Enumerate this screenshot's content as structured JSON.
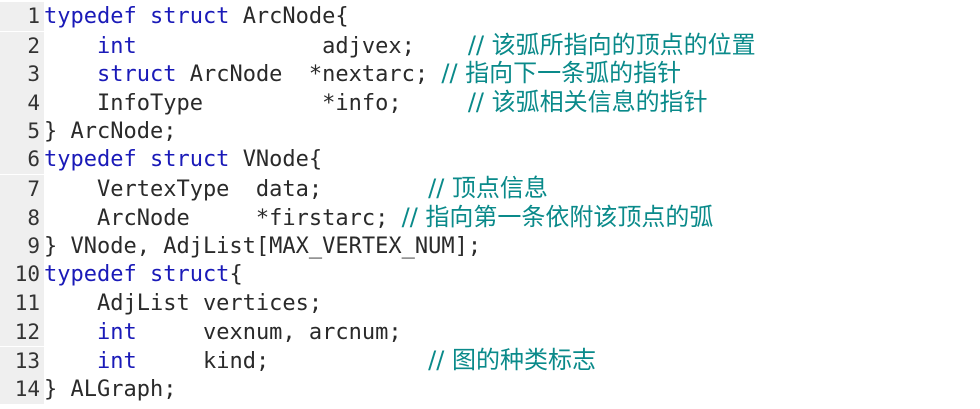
{
  "editor": {
    "lines": [
      {
        "n": "1",
        "segs": [
          {
            "t": "typedef struct ",
            "c": "kw"
          },
          {
            "t": "ArcNode{",
            "c": "plain"
          }
        ]
      },
      {
        "n": "2",
        "segs": [
          {
            "t": "    ",
            "c": "plain"
          },
          {
            "t": "int",
            "c": "kw"
          },
          {
            "t": "              adjvex;    ",
            "c": "plain"
          },
          {
            "t": "// 该弧所指向的顶点的位置",
            "c": "comment"
          }
        ]
      },
      {
        "n": "3",
        "segs": [
          {
            "t": "    ",
            "c": "plain"
          },
          {
            "t": "struct",
            "c": "kw"
          },
          {
            "t": " ArcNode  *nextarc; ",
            "c": "plain"
          },
          {
            "t": "// 指向下一条弧的指针",
            "c": "comment"
          }
        ]
      },
      {
        "n": "4",
        "segs": [
          {
            "t": "    InfoType         *info;     ",
            "c": "plain"
          },
          {
            "t": "// 该弧相关信息的指针",
            "c": "comment"
          }
        ]
      },
      {
        "n": "5",
        "segs": [
          {
            "t": "} ArcNode;",
            "c": "plain"
          }
        ]
      },
      {
        "n": "6",
        "segs": [
          {
            "t": "typedef struct ",
            "c": "kw"
          },
          {
            "t": "VNode{",
            "c": "plain"
          }
        ]
      },
      {
        "n": "7",
        "segs": [
          {
            "t": "    VertexType  data;        ",
            "c": "plain"
          },
          {
            "t": "// 顶点信息",
            "c": "comment"
          }
        ]
      },
      {
        "n": "8",
        "segs": [
          {
            "t": "    ArcNode     *firstarc; ",
            "c": "plain"
          },
          {
            "t": "// 指向第一条依附该顶点的弧",
            "c": "comment"
          }
        ]
      },
      {
        "n": "9",
        "segs": [
          {
            "t": "} VNode, AdjList[MAX_VERTEX_NUM];",
            "c": "plain"
          }
        ]
      },
      {
        "n": "10",
        "segs": [
          {
            "t": "typedef struct",
            "c": "kw"
          },
          {
            "t": "{",
            "c": "plain"
          }
        ]
      },
      {
        "n": "11",
        "segs": [
          {
            "t": "    AdjList vertices;",
            "c": "plain"
          }
        ]
      },
      {
        "n": "12",
        "segs": [
          {
            "t": "    ",
            "c": "plain"
          },
          {
            "t": "int",
            "c": "kw"
          },
          {
            "t": "     vexnum, arcnum;",
            "c": "plain"
          }
        ]
      },
      {
        "n": "13",
        "segs": [
          {
            "t": "    ",
            "c": "plain"
          },
          {
            "t": "int",
            "c": "kw"
          },
          {
            "t": "     kind;            ",
            "c": "plain"
          },
          {
            "t": "// 图的种类标志",
            "c": "comment"
          }
        ]
      },
      {
        "n": "14",
        "segs": [
          {
            "t": "} ALGraph;",
            "c": "plain"
          }
        ]
      }
    ]
  },
  "colors": {
    "keyword": "#1a1ab8",
    "comment": "#0a8a8a",
    "text": "#2a2a2a",
    "gutter": "#efefef"
  }
}
